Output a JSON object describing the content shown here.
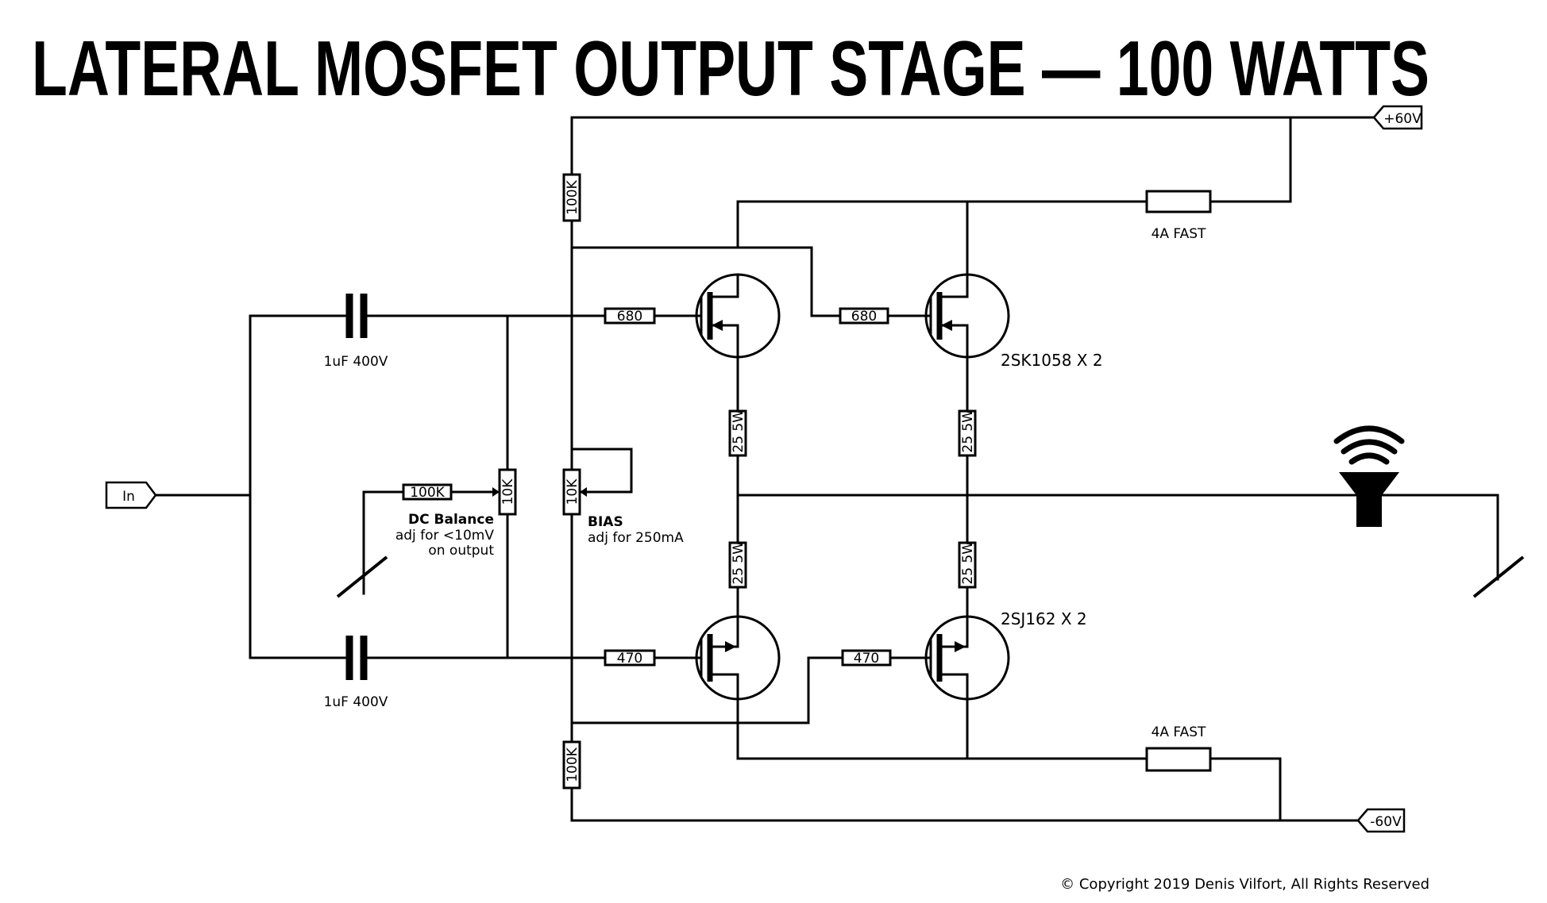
{
  "title": "LATERAL MOSFET OUTPUT STAGE — 100 WATTS",
  "copyright": "© Copyright 2019 Denis Vilfort, All Rights Reserved",
  "ports": {
    "input": "In",
    "pos_rail": "+60V",
    "neg_rail": "-60V"
  },
  "resistors": {
    "r_top": "100K",
    "r_bottom": "100K",
    "r_dc_series": "100K",
    "pot_dc": "10K",
    "pot_bias": "10K",
    "gate_n1": "680",
    "gate_n2": "680",
    "gate_p1": "470",
    "gate_p2": "470",
    "src_n1": ".25 5W",
    "src_n2": ".25 5W",
    "src_p1": ".25 5W",
    "src_p2": ".25 5W"
  },
  "capacitors": {
    "c_top": "1uF 400V",
    "c_bottom": "1uF 400V"
  },
  "fuses": {
    "top": "4A FAST",
    "bottom": "4A FAST"
  },
  "transistors": {
    "n_channel": "2SK1058 X 2",
    "p_channel": "2SJ162 X 2"
  },
  "notes": {
    "dc_title": "DC Balance",
    "dc_line1": "adj for <10mV",
    "dc_line2": "on output",
    "bias_title": "BIAS",
    "bias_line1": "adj for 250mA"
  },
  "icons": [
    "speaker-icon",
    "ground-icon"
  ]
}
